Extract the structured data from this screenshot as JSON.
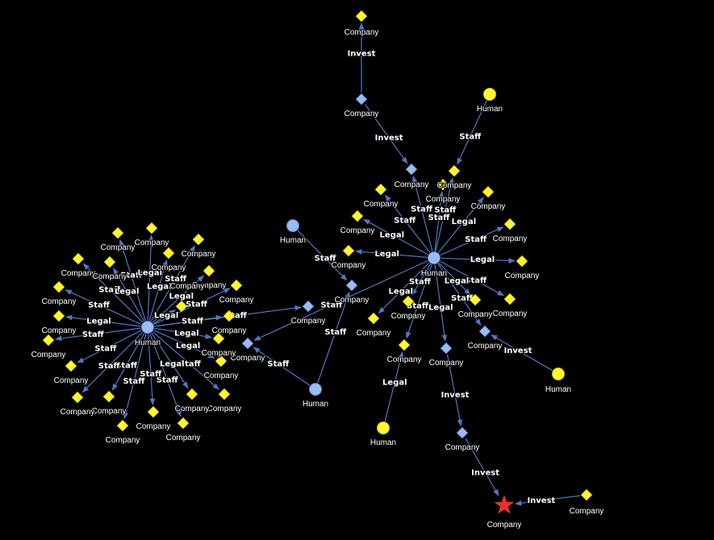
{
  "colors": {
    "background": "#000000",
    "edge": "#4f78c4",
    "company_primary": "#fff533",
    "company_secondary": "#9bbcf0",
    "human": "#9bbcf0",
    "human_secondary": "#fff533",
    "target": "#e8322c",
    "label": "#ffffff"
  },
  "node_labels": {
    "company": "Company",
    "human": "Human"
  },
  "edge_labels": {
    "invest": "Invest",
    "staff": "Staff",
    "legal": "Legal"
  },
  "nodes": [
    {
      "id": "H1",
      "kind": "human",
      "style": "blue",
      "label": "Human"
    },
    {
      "id": "H2",
      "kind": "human",
      "style": "blue",
      "label": "Human"
    },
    {
      "id": "H3",
      "kind": "human",
      "style": "blue",
      "label": "Human"
    },
    {
      "id": "H4",
      "kind": "human",
      "style": "blue",
      "label": "Human"
    },
    {
      "id": "H5",
      "kind": "human",
      "style": "yellow",
      "label": "Human"
    },
    {
      "id": "H6",
      "kind": "human",
      "style": "yellow",
      "label": "Human"
    },
    {
      "id": "H7",
      "kind": "human",
      "style": "yellow",
      "label": "Human"
    },
    {
      "id": "CB1",
      "kind": "company",
      "style": "blue",
      "label": "Company"
    },
    {
      "id": "CB2",
      "kind": "company",
      "style": "blue",
      "label": "Company"
    },
    {
      "id": "CB3",
      "kind": "company",
      "style": "blue",
      "label": "Company"
    },
    {
      "id": "CB4",
      "kind": "company",
      "style": "blue",
      "label": "Company"
    },
    {
      "id": "CB5",
      "kind": "company",
      "style": "blue",
      "label": "Company"
    },
    {
      "id": "CB6",
      "kind": "company",
      "style": "blue",
      "label": "Company"
    },
    {
      "id": "CB7",
      "kind": "company",
      "style": "blue",
      "label": "Company"
    },
    {
      "id": "CB8",
      "kind": "company",
      "style": "blue",
      "label": "Company"
    },
    {
      "id": "CT",
      "kind": "company",
      "style": "target",
      "label": "Company"
    },
    {
      "id": "CY1",
      "kind": "company",
      "style": "yellow",
      "label": "Company"
    },
    {
      "id": "CY2",
      "kind": "company",
      "style": "yellow",
      "label": "Company"
    },
    {
      "id": "L1",
      "kind": "company",
      "style": "yellow",
      "label": "Company"
    },
    {
      "id": "L2",
      "kind": "company",
      "style": "yellow",
      "label": "Company"
    },
    {
      "id": "L3",
      "kind": "company",
      "style": "yellow",
      "label": "Company"
    },
    {
      "id": "L4",
      "kind": "company",
      "style": "yellow",
      "label": "Company"
    },
    {
      "id": "L5",
      "kind": "company",
      "style": "yellow",
      "label": "Company"
    },
    {
      "id": "L6",
      "kind": "company",
      "style": "yellow",
      "label": "Company"
    },
    {
      "id": "L7",
      "kind": "company",
      "style": "yellow",
      "label": "Company"
    },
    {
      "id": "L8",
      "kind": "company",
      "style": "yellow",
      "label": "Company"
    },
    {
      "id": "L9",
      "kind": "company",
      "style": "yellow",
      "label": "Company"
    },
    {
      "id": "L10",
      "kind": "company",
      "style": "yellow",
      "label": "Company"
    },
    {
      "id": "L11",
      "kind": "company",
      "style": "yellow",
      "label": "Company"
    },
    {
      "id": "L12",
      "kind": "company",
      "style": "yellow",
      "label": "Company"
    },
    {
      "id": "L13",
      "kind": "company",
      "style": "yellow",
      "label": "Company"
    },
    {
      "id": "L14",
      "kind": "company",
      "style": "yellow",
      "label": "Company"
    },
    {
      "id": "L15",
      "kind": "company",
      "style": "yellow",
      "label": "Company"
    },
    {
      "id": "L16",
      "kind": "company",
      "style": "yellow",
      "label": "Company"
    },
    {
      "id": "L17",
      "kind": "company",
      "style": "yellow",
      "label": "Company"
    },
    {
      "id": "L18",
      "kind": "company",
      "style": "yellow",
      "label": "Company"
    },
    {
      "id": "L19",
      "kind": "company",
      "style": "yellow",
      "label": "Company"
    },
    {
      "id": "L20",
      "kind": "company",
      "style": "yellow",
      "label": "Company"
    },
    {
      "id": "L21",
      "kind": "company",
      "style": "yellow",
      "label": "Company"
    },
    {
      "id": "L22",
      "kind": "company",
      "style": "yellow",
      "label": "Company"
    },
    {
      "id": "L23",
      "kind": "company",
      "style": "yellow",
      "label": "Company"
    },
    {
      "id": "R1",
      "kind": "company",
      "style": "yellow",
      "label": "Company"
    },
    {
      "id": "R2",
      "kind": "company",
      "style": "yellow",
      "label": "Company"
    },
    {
      "id": "R3",
      "kind": "company",
      "style": "yellow",
      "label": "Company"
    },
    {
      "id": "R4",
      "kind": "company",
      "style": "yellow",
      "label": "Company"
    },
    {
      "id": "R5",
      "kind": "company",
      "style": "yellow",
      "label": "Company"
    },
    {
      "id": "R6",
      "kind": "company",
      "style": "yellow",
      "label": "Company"
    },
    {
      "id": "R7",
      "kind": "company",
      "style": "yellow",
      "label": "Company"
    },
    {
      "id": "R8",
      "kind": "company",
      "style": "yellow",
      "label": "Company"
    },
    {
      "id": "R9",
      "kind": "company",
      "style": "yellow",
      "label": "Company"
    },
    {
      "id": "R10",
      "kind": "company",
      "style": "yellow",
      "label": "Company"
    },
    {
      "id": "R11",
      "kind": "company",
      "style": "yellow",
      "label": "Company"
    },
    {
      "id": "R12",
      "kind": "company",
      "style": "yellow",
      "label": "Company"
    },
    {
      "id": "R13",
      "kind": "company",
      "style": "yellow",
      "label": "Company"
    },
    {
      "id": "R14",
      "kind": "company",
      "style": "yellow",
      "label": "Company"
    }
  ],
  "edges": [
    {
      "from": "CB1",
      "to": "CY1",
      "label": "Invest"
    },
    {
      "from": "CB1",
      "to": "CB2",
      "label": "Invest"
    },
    {
      "from": "H5",
      "to": "R1",
      "label": "Staff"
    },
    {
      "from": "H1",
      "to": "CB2",
      "label": "Staff"
    },
    {
      "from": "H1",
      "to": "R1",
      "label": "Staff"
    },
    {
      "from": "H1",
      "to": "R2",
      "label": "Staff"
    },
    {
      "from": "H1",
      "to": "R3",
      "label": "Legal"
    },
    {
      "from": "H1",
      "to": "R4",
      "label": "Legal"
    },
    {
      "from": "H1",
      "to": "R5",
      "label": "Legal"
    },
    {
      "from": "H1",
      "to": "R6",
      "label": "Staff"
    },
    {
      "from": "H1",
      "to": "R7",
      "label": "Legal"
    },
    {
      "from": "H1",
      "to": "R8",
      "label": "Staff"
    },
    {
      "from": "H1",
      "to": "R9",
      "label": "Legal"
    },
    {
      "from": "H1",
      "to": "R10",
      "label": "Staff"
    },
    {
      "from": "H1",
      "to": "CB6",
      "label": "Staff"
    },
    {
      "from": "H1",
      "to": "R11",
      "label": "Legal"
    },
    {
      "from": "H1",
      "to": "CB7",
      "label": "Legal"
    },
    {
      "from": "H1",
      "to": "R12",
      "label": "Staff"
    },
    {
      "from": "H1",
      "to": "R13",
      "label": "Staff"
    },
    {
      "from": "H1",
      "to": "CB4",
      "label": "Staff"
    },
    {
      "from": "H6",
      "to": "R12",
      "label": "Legal"
    },
    {
      "from": "H7",
      "to": "CB6",
      "label": "Invest"
    },
    {
      "from": "H2",
      "to": "CB3",
      "label": "Staff"
    },
    {
      "from": "H3",
      "to": "CB3",
      "label": "Staff"
    },
    {
      "from": "H3",
      "to": "CB4",
      "label": "Staff"
    },
    {
      "from": "CB7",
      "to": "CB8",
      "label": "Invest"
    },
    {
      "from": "CB8",
      "to": "CT",
      "label": "Invest"
    },
    {
      "from": "R14",
      "to": "CT",
      "label": "Invest"
    },
    {
      "from": "H4",
      "to": "CB5",
      "label": "Staff"
    },
    {
      "from": "H4",
      "to": "L1",
      "label": "Staff"
    },
    {
      "from": "H4",
      "to": "L2",
      "label": "Legal"
    },
    {
      "from": "H4",
      "to": "L3",
      "label": "Staff"
    },
    {
      "from": "H4",
      "to": "L4",
      "label": "Legal"
    },
    {
      "from": "H4",
      "to": "L5",
      "label": "Staff"
    },
    {
      "from": "H4",
      "to": "L6",
      "label": "Staff"
    },
    {
      "from": "H4",
      "to": "L7",
      "label": "Legal"
    },
    {
      "from": "H4",
      "to": "L8",
      "label": "Legal"
    },
    {
      "from": "H4",
      "to": "L9",
      "label": "Staff"
    },
    {
      "from": "H4",
      "to": "L10",
      "label": "Legal"
    },
    {
      "from": "H4",
      "to": "L11",
      "label": "Staff"
    },
    {
      "from": "H4",
      "to": "L12",
      "label": "Staff"
    },
    {
      "from": "H4",
      "to": "L13",
      "label": "Staff"
    },
    {
      "from": "H4",
      "to": "L14",
      "label": "Staff"
    },
    {
      "from": "H4",
      "to": "L15",
      "label": "Staff"
    },
    {
      "from": "H4",
      "to": "L16",
      "label": "Staff"
    },
    {
      "from": "H4",
      "to": "L17",
      "label": "Staff"
    },
    {
      "from": "H4",
      "to": "L18",
      "label": "Legal"
    },
    {
      "from": "H4",
      "to": "L19",
      "label": "Staff"
    },
    {
      "from": "H4",
      "to": "L20",
      "label": "Staff"
    },
    {
      "from": "H4",
      "to": "L21",
      "label": "Legal"
    },
    {
      "from": "H4",
      "to": "L22",
      "label": "Legal"
    },
    {
      "from": "H4",
      "to": "L23",
      "label": "Legal"
    }
  ]
}
